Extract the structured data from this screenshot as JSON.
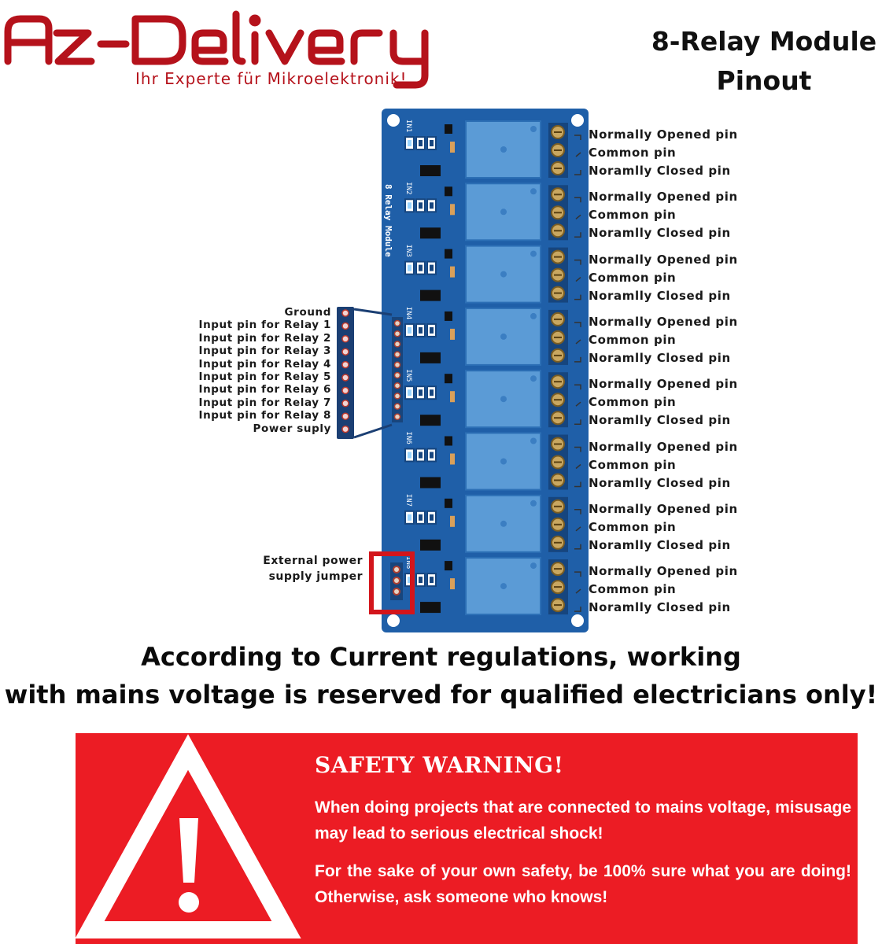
{
  "brand": {
    "logo_text": "AZ-Delivery",
    "tagline": "Ihr Experte für Mikroelektronik!",
    "color": "#b5121b"
  },
  "title": {
    "line1": "8-Relay Module",
    "line2": "Pinout"
  },
  "board": {
    "silk_label": "8 Relay Module",
    "channel_labels": [
      "IN1",
      "IN2",
      "IN3",
      "IN4",
      "IN5",
      "IN6",
      "IN7",
      "IN8"
    ],
    "pcb_color": "#1f5fa8",
    "relay_color": "#5b9bd6"
  },
  "relay_pins": [
    {
      "no": "Normally Opened pin",
      "com": "Common pin",
      "nc": "Noramlly Closed pin"
    },
    {
      "no": "Normally Opened pin",
      "com": "Common pin",
      "nc": "Noramlly Closed pin"
    },
    {
      "no": "Normally Opened pin",
      "com": "Common pin",
      "nc": "Noramlly Closed pin"
    },
    {
      "no": "Normally Opened pin",
      "com": "Common pin",
      "nc": "Noramlly Closed pin"
    },
    {
      "no": "Normally Opened pin",
      "com": "Common pin",
      "nc": "Noramlly Closed pin"
    },
    {
      "no": "Normally Opened pin",
      "com": "Common pin",
      "nc": "Noramlly Closed pin"
    },
    {
      "no": "Normally Opened pin",
      "com": "Common pin",
      "nc": "Noramlly Closed pin"
    },
    {
      "no": "Normally Opened pin",
      "com": "Common pin",
      "nc": "Noramlly Closed pin"
    }
  ],
  "input_pins": [
    "Ground",
    "Input pin for Relay 1",
    "Input pin for Relay 2",
    "Input pin for Relay 3",
    "Input pin for Relay 4",
    "Input pin for Relay 5",
    "Input pin for Relay 6",
    "Input pin for Relay 7",
    "Input pin for Relay 8",
    "Power suply"
  ],
  "jumper_label": {
    "line1": "External power",
    "line2": "supply jumper"
  },
  "regulation": {
    "line1": "According to Current regulations, working",
    "line2": "with mains voltage is reserved for qualified electricians only!"
  },
  "warning": {
    "title": "SAFETY WARNING!",
    "paragraph1": "When doing projects that are connected to mains voltage, misusage may lead to serious electrical shock!",
    "paragraph2": "For the sake of your own safety, be 100% sure what you are doing! Otherwise, ask someone who knows!",
    "background": "#ec1c24"
  }
}
